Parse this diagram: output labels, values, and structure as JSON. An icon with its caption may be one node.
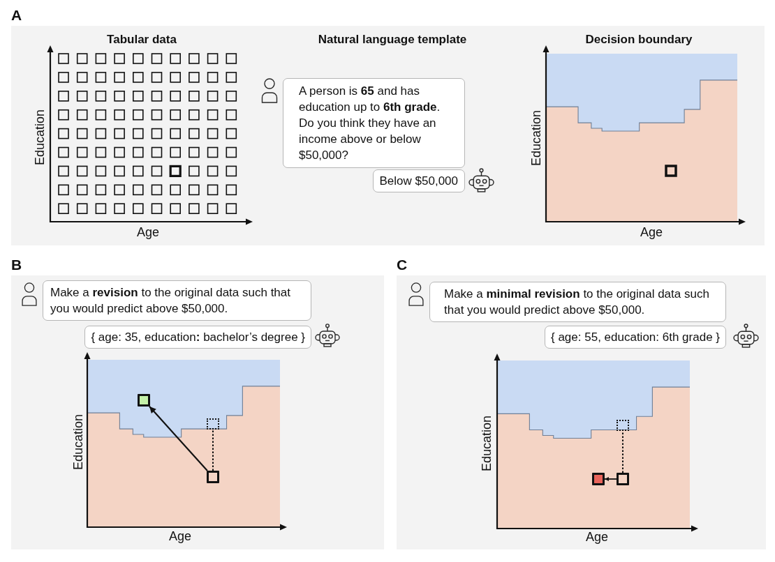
{
  "diagram": {
    "nodes": [
      {
        "text": [
          "A"
        ]
      },
      {
        "text": [
          "A person is **65** and has education up to **6th grade**. Do you think they have an income above or below $50,000?"
        ],
        "in": 0
      },
      {
        "text": [
          "Below $50,000"
        ],
        "in": 0
      },
      {
        "text": [
          "B"
        ]
      },
      {
        "text": [
          "Make a **revision** to the original data such that you would predict above $50,000."
        ],
        "in": 3
      },
      {
        "text": [
          "{ age: 35, education**:** bachelor’s degree }"
        ],
        "in": 3
      },
      {
        "text": [],
        "shape": "box",
        "in": 3
      },
      {
        "text": [],
        "shape": "box",
        "in": 3
      },
      {
        "text": [],
        "shape": "box",
        "in": 3
      },
      {
        "text": [
          "C"
        ]
      },
      {
        "text": [
          "Make a **minimal revision** to the original data such that you would predict above $50,000."
        ],
        "in": 9
      },
      {
        "text": [
          "{ age: 55, education: 6th grade }"
        ],
        "in": 9
      },
      {
        "text": [],
        "shape": "box",
        "in": 9
      },
      {
        "text": [],
        "shape": "box",
        "in": 9
      },
      {
        "text": [],
        "shape": "box",
        "in": 9
      }
    ],
    "edges": [
      {
        "from": 6,
        "to": 7,
        "arrow": "to"
      },
      {
        "from": 6,
        "to": 8,
        "arrow": "none",
        "style": "dashed"
      },
      {
        "from": 12,
        "to": 13,
        "arrow": "to"
      },
      {
        "from": 12,
        "to": 14,
        "arrow": "none",
        "style": "dashed"
      }
    ],
    "labels": [
      "Tabular data",
      "Education",
      "Age",
      "Natural language template",
      "Decision boundary",
      "Education",
      "Age",
      "Education",
      "Age",
      "Education",
      "Age"
    ]
  }
}
